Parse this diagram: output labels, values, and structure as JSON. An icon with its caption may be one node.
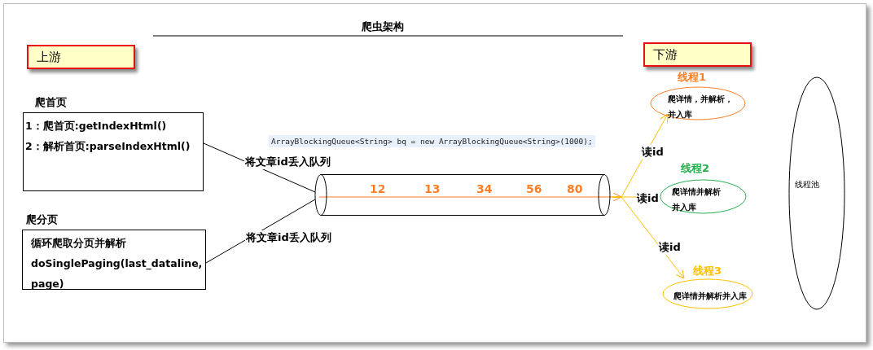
{
  "diagram": {
    "title": "爬虫架构",
    "nodes": [
      {
        "text": [
          "上游"
        ]
      },
      {
        "text": [
          "下游"
        ]
      },
      {
        "text": [
          "爬首页",
          "1：爬首页:getIndexHtml()",
          "2：解析首页:parseIndexHtml()"
        ]
      },
      {
        "text": [
          "爬分页",
          "循环爬取分页并解析",
          "doSinglePaging(last_dataline,page)"
        ]
      },
      {
        "text": [
          "12",
          "13",
          "34",
          "56",
          "80"
        ]
      },
      {
        "text": [
          "线程1",
          "爬详情，并解析，并入库"
        ]
      },
      {
        "text": [
          "线程2",
          "爬详情并解析并入库"
        ]
      },
      {
        "text": [
          "线程3",
          "爬详情并解析并入库"
        ]
      },
      {
        "text": [
          "线程池"
        ]
      }
    ],
    "edges": [
      {
        "from": 2,
        "to": 4,
        "arrow": "none",
        "label": "将文章id丢入队列",
        "color": "#000000"
      },
      {
        "from": 3,
        "to": 4,
        "arrow": "none",
        "label": "将文章id丢入队列",
        "color": "#000000"
      },
      {
        "from": 4,
        "to": 5,
        "arrow": "to",
        "label": "读id",
        "color": "#ffc000"
      },
      {
        "from": 4,
        "to": 6,
        "arrow": "to",
        "label": "读id",
        "color": "#ffc000"
      },
      {
        "from": 4,
        "to": 7,
        "arrow": "to",
        "label": "读id",
        "color": "#ffc000"
      }
    ],
    "labels": [
      "ArrayBlockingQueue<String> bq = new ArrayBlockingQueue<String>(1000);"
    ]
  }
}
